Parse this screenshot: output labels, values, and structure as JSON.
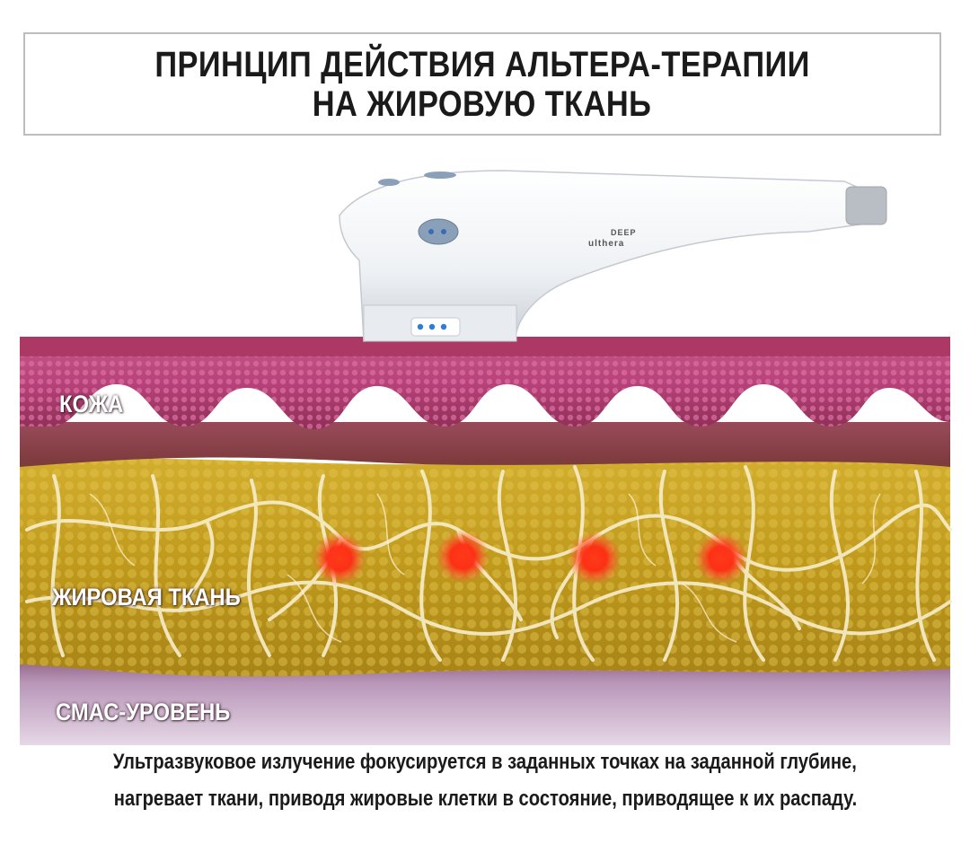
{
  "title": {
    "line1": "ПРИНЦИП ДЕЙСТВИЯ АЛЬТЕРА-ТЕРАПИИ",
    "line2": "НА ЖИРОВУЮ ТКАНЬ"
  },
  "device": {
    "brand": "ulthera",
    "model": "DEEP"
  },
  "layers": {
    "skin": "КОЖА",
    "fat": "ЖИРОВАЯ ТКАНЬ",
    "smas": "СМАС-УРОВЕНЬ"
  },
  "caption": {
    "line1": "Ультразвуковое излучение фокусируется в заданных точках на заданной глубине,",
    "line2": "нагревает ткани, приводя жировые клетки в состояние, приводящее к их распаду."
  },
  "colors": {
    "skin": "#b8427a",
    "fat": "#c9a020",
    "smas": "#c8aac8",
    "focus_point": "#ff2a1a"
  },
  "focus_points_count": 4
}
